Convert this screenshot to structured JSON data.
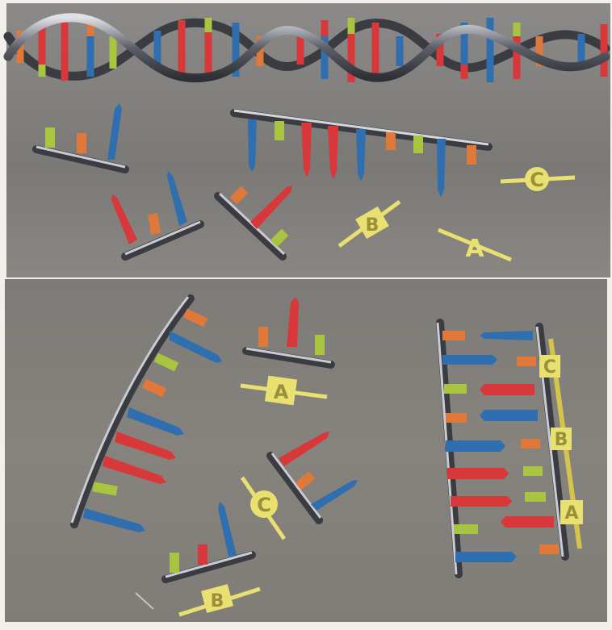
{
  "colors": {
    "backbone": "#44464c",
    "backbone_light": "#c9ccd2",
    "adenine_red": "#d8383a",
    "thymine_blue": "#2f6fb0",
    "guanine_green": "#a9c43e",
    "cytosine_orange": "#e0783a",
    "label_yellow": "#e8e070"
  },
  "labels": {
    "top_c": "C",
    "top_b": "B",
    "top_a": "A",
    "bottom_a": "A",
    "bottom_c": "C",
    "bottom_b": "B",
    "ladder_c": "C",
    "ladder_b": "B",
    "ladder_a": "A"
  }
}
